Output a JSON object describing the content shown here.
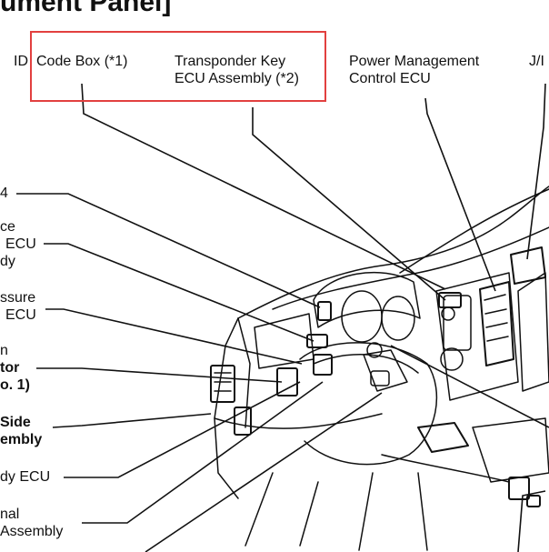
{
  "title": "ument Panel]",
  "labels": {
    "id_code_prefix": "ID",
    "code_box": "Code Box (*1)",
    "transponder_1": "Transponder Key",
    "transponder_2": "ECU Assembly (*2)",
    "power_1": "Power Management",
    "power_2": "Control ECU",
    "jb": "J/I",
    "left_4": "4",
    "left_ce": "ce",
    "left_ecu1": "ECU",
    "left_dy1": "dy",
    "left_ssure": "ssure",
    "left_ecu2": "ECU",
    "left_n": "n",
    "left_tor": "tor",
    "left_no1": "o. 1)",
    "left_side": "Side",
    "left_embly": "embly",
    "left_dyecu": "dy ECU",
    "left_nal": "nal",
    "left_assembly": "Assembly"
  },
  "highlight_color": "#e2403f"
}
